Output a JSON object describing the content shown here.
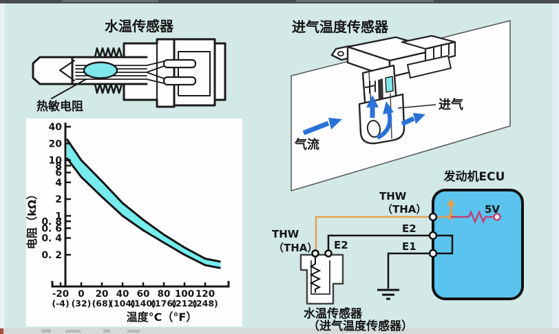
{
  "colors": {
    "background": "#d2e9e7",
    "panel_white": "#fdfefd",
    "band_cyan": "#76ecee",
    "thermistor_cyan": "#7fe6ec",
    "ecu_blue": "#5ac4ee",
    "wire_orange": "#e2a24c",
    "wire_magenta": "#c43e74",
    "arrow_blue": "#2a72d8"
  },
  "left_panel": {
    "title": "水温传感器",
    "thermistor_label": "热敏电阻"
  },
  "chart_data": {
    "type": "area",
    "title": "",
    "ylabel": "电阻（kΩ）",
    "xlabel": "温度°C（°F）",
    "yscale": "log",
    "ylim": [
      0.1,
      45
    ],
    "xlim": [
      -20,
      140
    ],
    "grid": false,
    "legend": "none",
    "y_ticks": [
      40,
      20,
      10,
      8,
      6,
      4,
      2,
      1,
      0.8,
      0.6,
      0.4,
      0.2
    ],
    "y_tick_labels": [
      "40",
      "20",
      "10",
      "8",
      "6",
      "4",
      "2",
      "1",
      "0. 8",
      "0. 6",
      "0. 4",
      "0. 2"
    ],
    "x_ticks": [
      -20,
      0,
      20,
      40,
      60,
      80,
      100,
      120
    ],
    "x_tick_labels_celsius": [
      "-20",
      "0",
      "20",
      "40",
      "60",
      "80",
      "100",
      "120"
    ],
    "x_tick_labels_fahrenheit": [
      "(-4)",
      "(32)",
      "(68)",
      "(104)",
      "(140)",
      "(176)",
      "(212)",
      "(248)"
    ],
    "series": [
      {
        "name": "resistance-max-kohm",
        "x": [
          -14,
          0,
          20,
          40,
          60,
          80,
          100,
          120,
          135
        ],
        "values": [
          24,
          10,
          4.2,
          1.7,
          0.85,
          0.46,
          0.27,
          0.17,
          0.15
        ]
      },
      {
        "name": "resistance-min-kohm",
        "x": [
          -14,
          0,
          20,
          40,
          60,
          80,
          100,
          120,
          135
        ],
        "values": [
          11,
          5,
          2.2,
          1.0,
          0.55,
          0.33,
          0.2,
          0.13,
          0.115
        ]
      }
    ]
  },
  "right_panel": {
    "title": "进气温度传感器",
    "airflow_label": "气流",
    "intake_label": "进气"
  },
  "circuit": {
    "ecu_title": "发动机ECU",
    "supply_label": "5V",
    "ecu_thw_label_line1": "THW",
    "ecu_thw_label_line2": "（THA）",
    "ecu_e2_label": "E2",
    "ecu_e1_label": "E1",
    "sensor_thw_label_line1": "THW",
    "sensor_thw_label_line2": "（THA）",
    "sensor_e2_label": "E2",
    "sensor_caption_line1": "水温传感器",
    "sensor_caption_line2": "（进气温度传感器）"
  }
}
